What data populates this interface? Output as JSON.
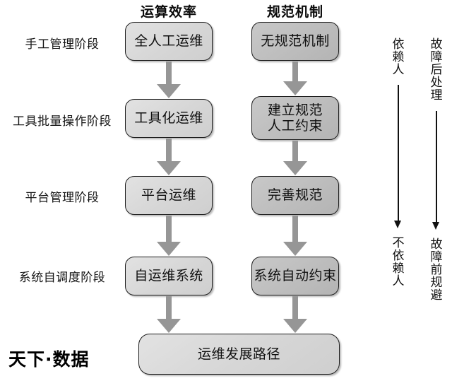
{
  "diagram": {
    "title_left": "运算效率",
    "title_right": "规范机制",
    "watermark": "天下·数据",
    "colors": {
      "box_light": "#d6d6d6",
      "box_dark": "#bdbdbd",
      "box_border": "#1d1d1d",
      "arrow": "#969696",
      "axis": "#111111",
      "background": "#ffffff",
      "text": "#101010"
    }
  },
  "stages": [
    {
      "label": "手工管理阶段"
    },
    {
      "label": "工具批量操作阶段"
    },
    {
      "label": "平台管理阶段"
    },
    {
      "label": "系统自调度阶段"
    }
  ],
  "efficiency_column": [
    {
      "label": "全人工运维"
    },
    {
      "label": "工具化运维"
    },
    {
      "label": "平台运维"
    },
    {
      "label": "自运维系统"
    }
  ],
  "mechanism_column": [
    {
      "label": "无规范机制"
    },
    {
      "label": "建立规范\n人工约束"
    },
    {
      "label": "完善规范"
    },
    {
      "label": "系统自动约束"
    }
  ],
  "outcome": {
    "label": "运维发展路径"
  },
  "axes": [
    {
      "name": "dependency-axis",
      "top_label": [
        "依",
        "赖",
        "人"
      ],
      "bottom_label": [
        "不",
        "依",
        "赖",
        "人"
      ]
    },
    {
      "name": "fault-handling-axis",
      "top_label": [
        "故",
        "障",
        "后",
        "处",
        "理"
      ],
      "bottom_label": [
        "故",
        "障",
        "前",
        "规",
        "避"
      ]
    }
  ]
}
